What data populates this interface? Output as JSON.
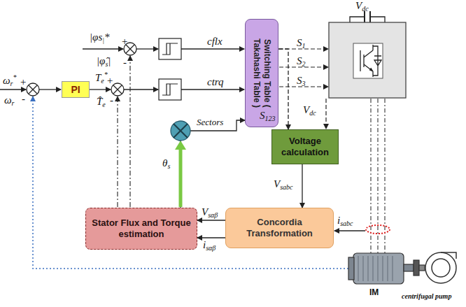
{
  "diagram": {
    "nodes": [
      {
        "text": [
          "PI"
        ]
      },
      {
        "text": [
          "Switching Table ( Takahashi Table )"
        ]
      },
      {
        "text": [
          "Voltage calculation"
        ]
      },
      {
        "text": [
          "Stator Flux and Torque estimation"
        ]
      },
      {
        "text": [
          "Concordia Transformation"
        ]
      }
    ],
    "edges": [
      {
        "from": 1,
        "to": 2,
        "label": "S123",
        "arrow": "to"
      },
      {
        "from": 2,
        "to": 4,
        "label": "Vsabc",
        "arrow": "to"
      },
      {
        "from": 4,
        "to": 3,
        "label": "Vsαβ",
        "arrow": "to"
      },
      {
        "from": 4,
        "to": 3,
        "label": "isαβ",
        "arrow": "to"
      },
      {
        "from": 3,
        "to": 1,
        "label": "Sectors",
        "arrow": "to"
      }
    ],
    "labels": [
      "|φs|*",
      "+",
      "|φ̂s|",
      "-",
      "cflx",
      "ωr*",
      "+",
      "ωr",
      "-",
      "Te*",
      "+",
      "T̂e",
      "-",
      "ctrq",
      "S1",
      "S2",
      "S3",
      "Vdc",
      "Vdc",
      "θs",
      "isabc",
      "IM",
      "centrifugal pump"
    ]
  }
}
